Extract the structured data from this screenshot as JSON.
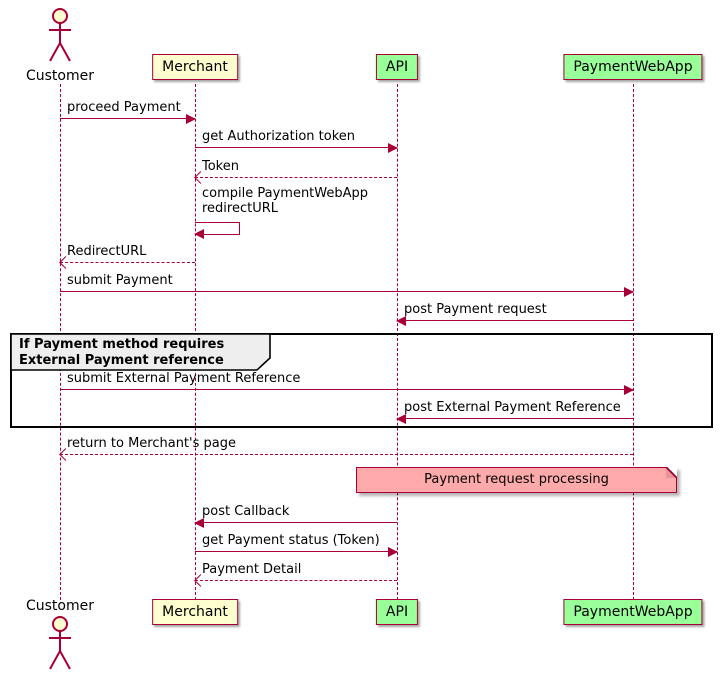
{
  "diagram_type": "uml-sequence",
  "colors": {
    "accent": "#A80036",
    "participant_yellow": "#FEFECE",
    "participant_green": "#99FF99",
    "note_pink": "#FFAAAA",
    "group_header_bg": "#EEEEEE",
    "frame_border": "#000000"
  },
  "participants": [
    {
      "name": "Customer",
      "type": "actor"
    },
    {
      "name": "Merchant",
      "type": "participant"
    },
    {
      "name": "API",
      "type": "participant"
    },
    {
      "name": "PaymentWebApp",
      "type": "participant"
    }
  ],
  "messages": [
    {
      "label": "proceed Payment",
      "from": "Customer",
      "to": "Merchant",
      "line": "solid"
    },
    {
      "label": "get Authorization token",
      "from": "Merchant",
      "to": "API",
      "line": "solid"
    },
    {
      "label": "Token",
      "from": "API",
      "to": "Merchant",
      "line": "dashed"
    },
    {
      "label": "compile PaymentWebApp\nredirectURL",
      "from": "Merchant",
      "to": "Merchant",
      "line": "self"
    },
    {
      "label": "RedirectURL",
      "from": "Merchant",
      "to": "Customer",
      "line": "dashed"
    },
    {
      "label": "submit Payment",
      "from": "Customer",
      "to": "PaymentWebApp",
      "line": "solid"
    },
    {
      "label": "post Payment request",
      "from": "PaymentWebApp",
      "to": "API",
      "line": "solid"
    },
    {
      "label": "submit External Payment Reference",
      "from": "Customer",
      "to": "PaymentWebApp",
      "line": "solid"
    },
    {
      "label": "post External Payment Reference",
      "from": "PaymentWebApp",
      "to": "API",
      "line": "solid"
    },
    {
      "label": "return to Merchant's page",
      "from": "PaymentWebApp",
      "to": "Customer",
      "line": "dashed"
    },
    {
      "label": "post Callback",
      "from": "API",
      "to": "Merchant",
      "line": "solid"
    },
    {
      "label": "get Payment status (Token)",
      "from": "Merchant",
      "to": "API",
      "line": "solid"
    },
    {
      "label": "Payment Detail",
      "from": "API",
      "to": "Merchant",
      "line": "dashed"
    }
  ],
  "group": {
    "title": "If Payment method requires\nExternal Payment reference"
  },
  "note": {
    "text": "Payment request processing",
    "over": [
      "API",
      "PaymentWebApp"
    ]
  }
}
